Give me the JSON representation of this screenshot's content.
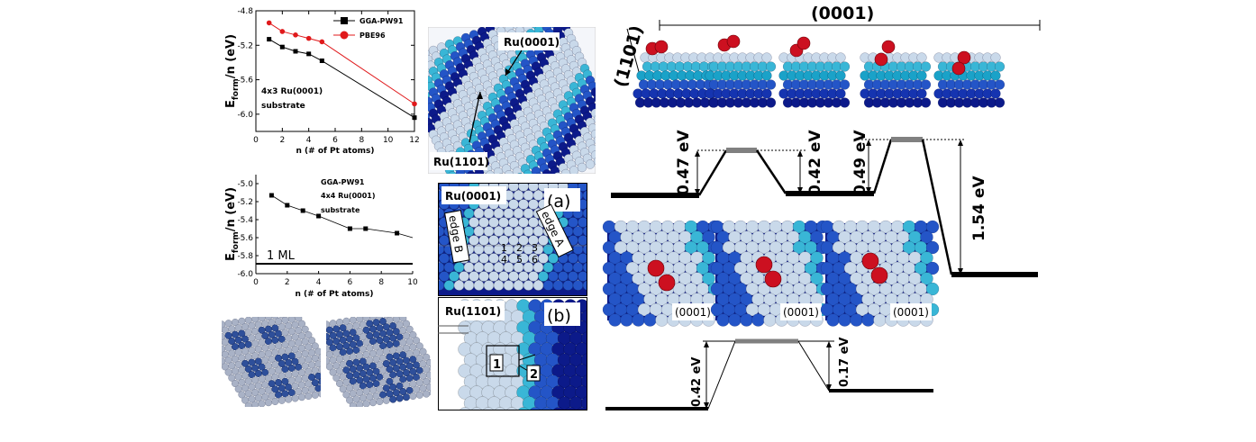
{
  "colors": {
    "series1": "#000000",
    "series2": "#e0191b",
    "oxygen": "#cc1020",
    "ru_light": "#c9d9ea",
    "ru_cyan": "#39b6d6",
    "ru_blue": "#2455c7",
    "ru_dark": "#0c1a8a",
    "barrier": "#808080"
  },
  "chart_data": [
    {
      "type": "line",
      "xlabel": "n (# of Pt atoms)",
      "ylabel_main": "E",
      "ylabel_sub": "form",
      "ylabel_rest": "/n (eV)",
      "xlim": [
        0,
        12
      ],
      "ylim": [
        -6.2,
        -4.8
      ],
      "xticks": [
        "0",
        "2",
        "4",
        "6",
        "8",
        "10",
        "12"
      ],
      "yticks": [
        "-4.8",
        "-5.2",
        "-5.6",
        "-6.0"
      ],
      "annotation_line1": "4x3 Ru(0001)",
      "annotation_line2": "substrate",
      "legend_position": "top-right",
      "series": [
        {
          "name": "GGA-PW91",
          "marker": "square",
          "x": [
            1,
            2,
            3,
            4,
            5,
            12
          ],
          "values": [
            -5.13,
            -5.22,
            -5.27,
            -5.3,
            -5.38,
            -6.04
          ]
        },
        {
          "name": "PBE96",
          "marker": "circle",
          "x": [
            1,
            2,
            3,
            4,
            5,
            12
          ],
          "values": [
            -4.94,
            -5.04,
            -5.08,
            -5.12,
            -5.16,
            -5.88
          ]
        }
      ]
    },
    {
      "type": "line",
      "xlabel": "n (# of Pt atoms)",
      "ylabel_main": "E",
      "ylabel_sub": "form",
      "ylabel_rest": "/n (eV)",
      "xlim": [
        0,
        10
      ],
      "ylim": [
        -6.0,
        -4.9
      ],
      "xticks": [
        "0",
        "2",
        "4",
        "6",
        "8",
        "10"
      ],
      "yticks": [
        "-5.0",
        "-5.2",
        "-5.4",
        "-5.6",
        "-5.8",
        "-6.0"
      ],
      "annotation_line1": "GGA-PW91",
      "annotation_line2": "4x4 Ru(0001)",
      "annotation_line3": "substrate",
      "reference_label": "1 ML",
      "reference_value": -5.89,
      "series": [
        {
          "name": "GGA-PW91",
          "marker": "square",
          "x": [
            1,
            2,
            3,
            4,
            6,
            7,
            9
          ],
          "values": [
            -5.13,
            -5.24,
            -5.3,
            -5.36,
            -5.5,
            -5.5,
            -5.55
          ]
        }
      ],
      "line_end": {
        "x": 10,
        "value": -5.6
      }
    }
  ],
  "render": {
    "ru0001_label": "Ru(0001)",
    "ru1101_label": "Ru(1101)",
    "panel_a_title": "Ru(0001)",
    "panel_a_tag": "(a)",
    "edge_b": "edge B",
    "edge_a": "edge A",
    "sites": [
      "1",
      "2",
      "3",
      "4",
      "5",
      "6"
    ],
    "panel_b_title": "Ru(1101)",
    "panel_b_tag": "(b)",
    "site_1": "1",
    "site_2": "2"
  },
  "energy_top": {
    "facet_0001": "(0001)",
    "facet_1101": "(1101)",
    "barriers": [
      "0.47 eV",
      "0.42 eV",
      "0.49 eV",
      "1.54 eV"
    ],
    "inset_labels": [
      "(0001)",
      "(0001)",
      "(0001)"
    ]
  },
  "energy_bottom": {
    "barriers": [
      "0.42 eV",
      "0.17 eV"
    ]
  }
}
